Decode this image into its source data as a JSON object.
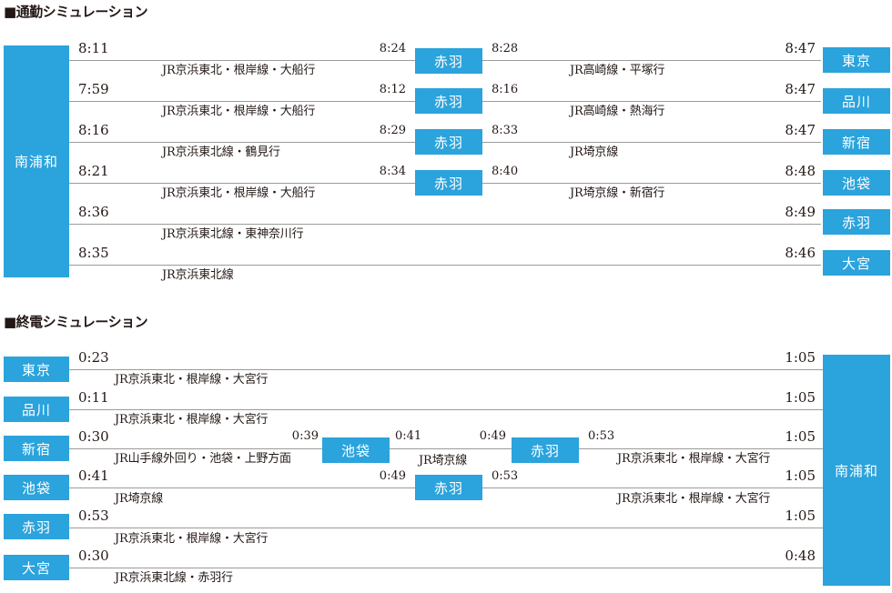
{
  "commute": {
    "title": "■通勤シミュレーション",
    "origin": "南浦和",
    "rows": [
      {
        "dep": "8:11",
        "line1": "JR京浜東北・根岸線・大船行",
        "arr1": "8:24",
        "transfer": "赤羽",
        "dep2": "8:28",
        "line2": "JR高崎線・平塚行",
        "arr": "8:47",
        "dest": "東京"
      },
      {
        "dep": "7:59",
        "line1": "JR京浜東北・根岸線・大船行",
        "arr1": "8:12",
        "transfer": "赤羽",
        "dep2": "8:16",
        "line2": "JR高崎線・熱海行",
        "arr": "8:47",
        "dest": "品川"
      },
      {
        "dep": "8:16",
        "line1": "JR京浜東北線・鶴見行",
        "arr1": "8:29",
        "transfer": "赤羽",
        "dep2": "8:33",
        "line2": "JR埼京線",
        "arr": "8:47",
        "dest": "新宿"
      },
      {
        "dep": "8:21",
        "line1": "JR京浜東北・根岸線・大船行",
        "arr1": "8:34",
        "transfer": "赤羽",
        "dep2": "8:40",
        "line2": "JR埼京線・新宿行",
        "arr": "8:48",
        "dest": "池袋"
      },
      {
        "dep": "8:36",
        "line1": "JR京浜東北線・東神奈川行",
        "arr": "8:49",
        "dest": "赤羽"
      },
      {
        "dep": "8:35",
        "line1": "JR京浜東北線",
        "arr": "8:46",
        "dest": "大宮"
      }
    ]
  },
  "last": {
    "title": "■終電シミュレーション",
    "dest": "南浦和",
    "rows": [
      {
        "origin": "東京",
        "dep": "0:23",
        "line1": "JR京浜東北・根岸線・大宮行",
        "arr": "1:05"
      },
      {
        "origin": "品川",
        "dep": "0:11",
        "line1": "JR京浜東北・根岸線・大宮行",
        "arr": "1:05"
      },
      {
        "origin": "新宿",
        "dep": "0:30",
        "line1": "JR山手線外回り・池袋・上野方面",
        "arr1": "0:39",
        "transfer1": "池袋",
        "dep2": "0:41",
        "line2": "JR埼京線",
        "arr2": "0:49",
        "transfer2": "赤羽",
        "dep3": "0:53",
        "line3": "JR京浜東北・根岸線・大宮行",
        "arr": "1:05"
      },
      {
        "origin": "池袋",
        "dep": "0:41",
        "line1": "JR埼京線",
        "arr1": "0:49",
        "transfer": "赤羽",
        "dep2": "0:53",
        "line2": "JR京浜東北・根岸線・大宮行",
        "arr": "1:05"
      },
      {
        "origin": "赤羽",
        "dep": "0:53",
        "line1": "JR京浜東北・根岸線・大宮行",
        "arr": "1:05"
      },
      {
        "origin": "大宮",
        "dep": "0:30",
        "line1": "JR京浜東北線・赤羽行",
        "arr": "0:48"
      }
    ]
  }
}
